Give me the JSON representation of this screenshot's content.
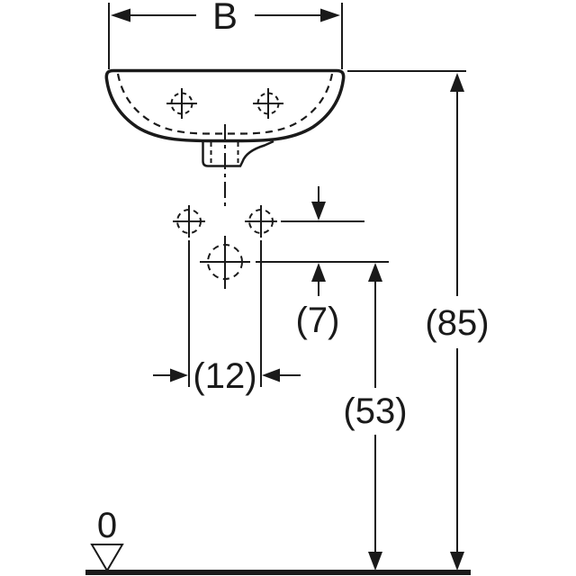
{
  "diagram": {
    "labels": {
      "width": "B",
      "hole_offset": "(7)",
      "rim_height": "(85)",
      "hole_spacing": "(12)",
      "drain_height": "(53)",
      "floor_datum": "0"
    },
    "colors": {
      "line": "#1a1a1a",
      "background": "#ffffff"
    }
  }
}
